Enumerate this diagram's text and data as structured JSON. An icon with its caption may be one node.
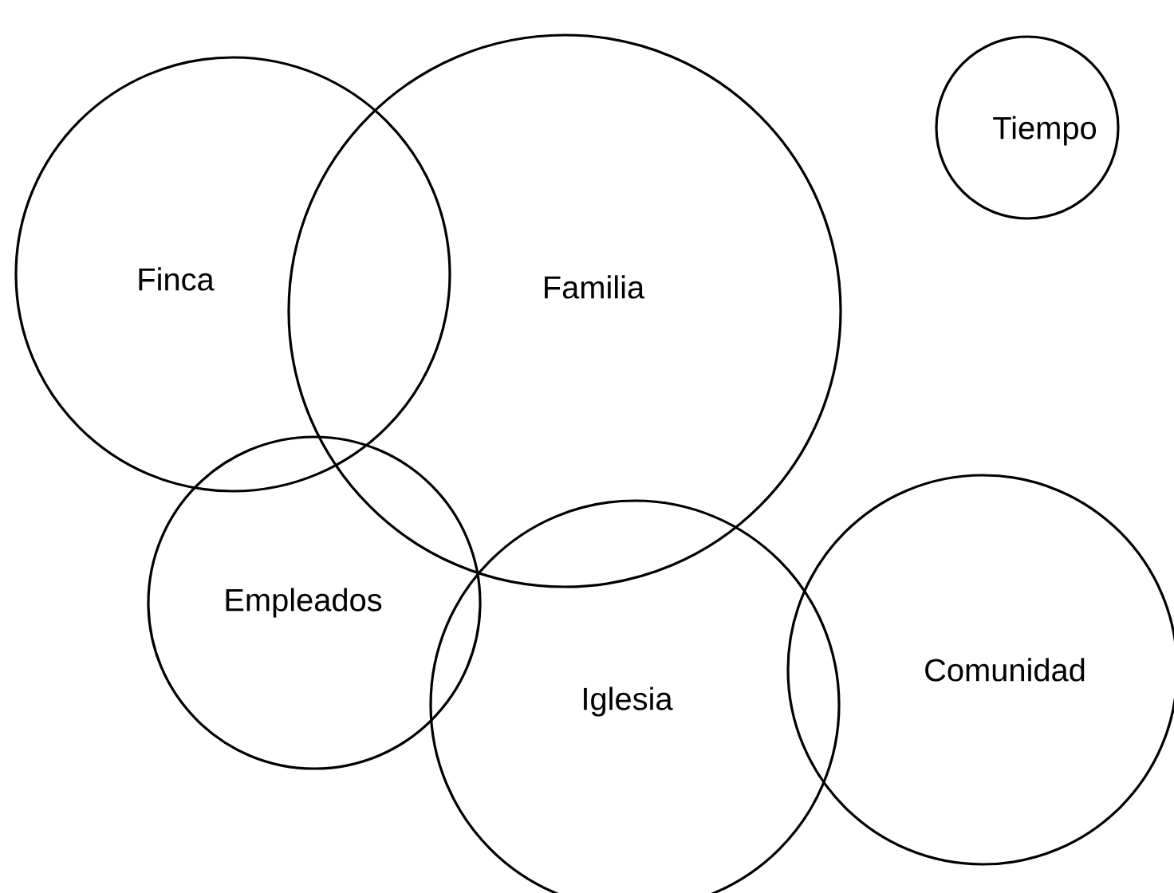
{
  "diagram": {
    "nodes": [
      {
        "text": [
          "Finca"
        ]
      },
      {
        "text": [
          "Familia"
        ]
      },
      {
        "text": [
          "Tiempo"
        ]
      },
      {
        "text": [
          "Empleados"
        ]
      },
      {
        "text": [
          "Iglesia"
        ]
      },
      {
        "text": [
          "Comunidad"
        ]
      }
    ]
  }
}
